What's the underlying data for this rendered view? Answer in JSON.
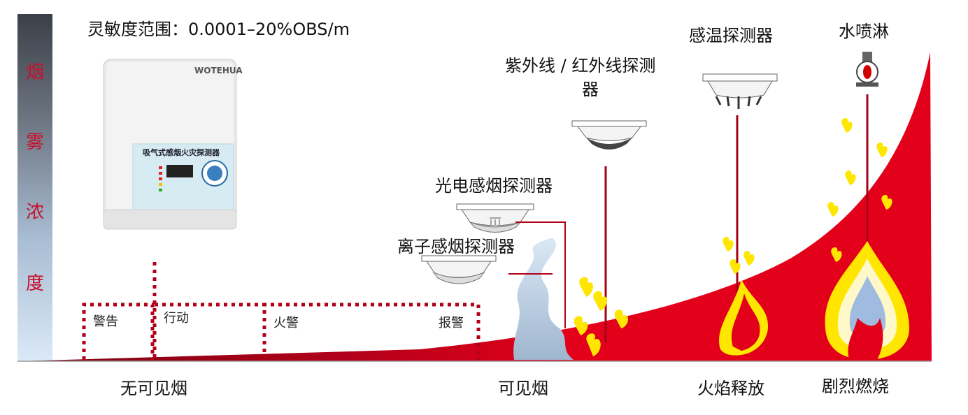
{
  "sidebar": {
    "chars": [
      "烟",
      "雾",
      "浓",
      "度"
    ]
  },
  "header": {
    "sensitivity": "灵敏度范围：0.0001–20%OBS/m"
  },
  "device": {
    "brand": "WOTEHUA",
    "panel_title": "吸气式感烟火灾探测器"
  },
  "stages": {
    "warning": "警告",
    "action": "行动",
    "fire_alarm": "火警",
    "alarm": "报警"
  },
  "detectors": {
    "ion": "离子感烟探测器",
    "photo": "光电感烟探测器",
    "uv_ir_line1": "紫外线 / 红外线探测",
    "uv_ir_line2": "器",
    "heat": "感温探测器",
    "sprinkler": "水喷淋"
  },
  "phases": {
    "no_smoke": "无可见烟",
    "visible_smoke": "可见烟",
    "flame": "火焰释放",
    "burning": "剧烈燃烧"
  },
  "colors": {
    "red": "#e3001b",
    "dark_red": "#a50013",
    "flame_yellow": "#ffe600",
    "smoke": "#b9cde2"
  }
}
